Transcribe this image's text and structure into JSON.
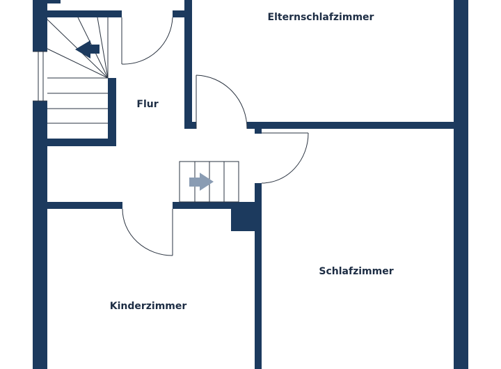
{
  "rooms": {
    "elternschlafzimmer": "Elternschlafzimmer",
    "flur": "Flur",
    "schlafzimmer": "Schlafzimmer",
    "kinderzimmer": "Kinderzimmer"
  },
  "colors": {
    "wall": "#1c3a5e",
    "line": "#2a3340",
    "stair_arrow_light": "#8a9cb3"
  }
}
